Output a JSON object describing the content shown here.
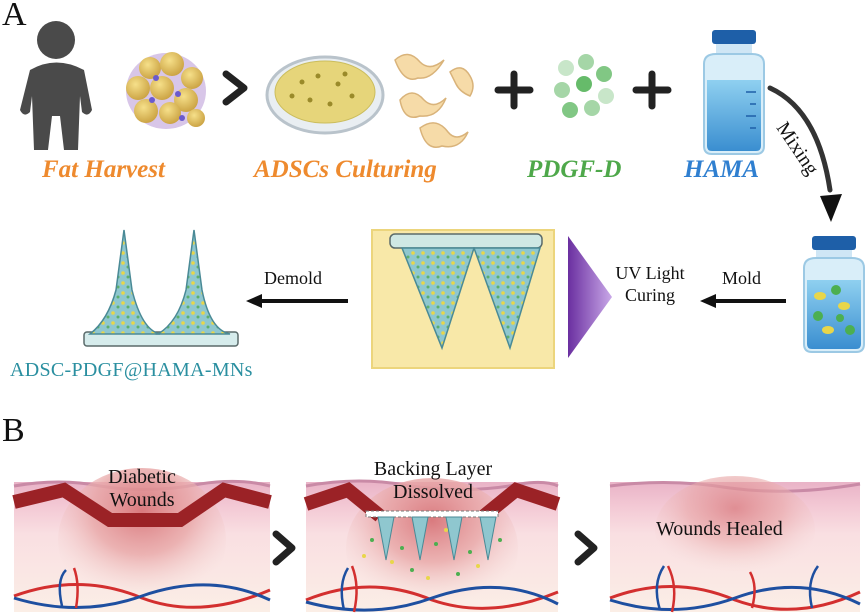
{
  "panels": {
    "a": "A",
    "b": "B"
  },
  "steps": {
    "fat_harvest": "Fat Harvest",
    "adscs_culturing": "ADSCs Culturing",
    "pdgf_d": "PDGF-D",
    "hama": "HAMA"
  },
  "arrows": {
    "mixing": "Mixing",
    "mold": "Mold",
    "demold": "Demold",
    "uv": "UV Light Curing"
  },
  "product": "ADSC-PDGF@HAMA-MNs",
  "wounds": {
    "diabetic": "Diabetic Wounds",
    "backing": "Backing Layer Dissolved",
    "healed": "Wounds Healed"
  },
  "colors": {
    "fat_harvest": "#ee8a2e",
    "adscs_culturing": "#ee8a2e",
    "pdgf_d": "#4ea84a",
    "hama": "#2f7fd0",
    "product": "#2a8fa0",
    "uv_light": "#7b3fb0"
  }
}
